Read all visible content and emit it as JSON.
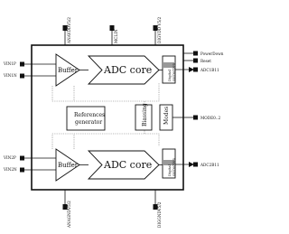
{
  "pins": {
    "top": [
      "ANAVDDV5/2",
      "MCLIN",
      "DIGVDD V5/2"
    ],
    "bottom": [
      "ANAGNDV5/2",
      "DIGGNDV5/2"
    ],
    "left": [
      "VIN1P",
      "VIN1N",
      "VIN2P",
      "VIN2N"
    ],
    "right": [
      "PowerDown",
      "Reset",
      "ADC1B11",
      "MODE0..2",
      "ADC2B11"
    ]
  },
  "blocks": {
    "buffer_top": "Buffer",
    "adc_core_top": "ADC core",
    "digital_correction_top": [
      "Digital",
      "correction"
    ],
    "references_generator": [
      "References",
      "generator"
    ],
    "biassing": "Biassing",
    "modes": "Modes",
    "buffer_bottom": "Buffer",
    "adc_core_bottom": "ADC core",
    "digital_correction_bottom": [
      "Digital",
      "correction"
    ]
  }
}
